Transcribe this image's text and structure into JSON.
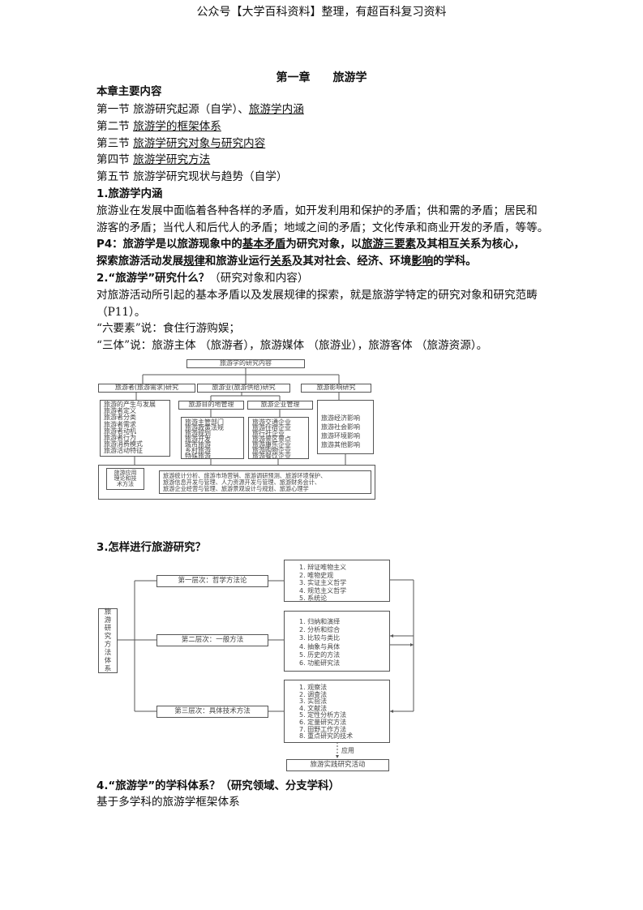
{
  "header": "公众号【大学百科资料】整理，有超百科复习资料",
  "title": {
    "chapter": "第一章",
    "name": "旅游学"
  },
  "outline": {
    "heading": "本章主要内容",
    "items": [
      {
        "num": "第一节",
        "plain": "旅游研究起源（自学）、",
        "link": "旅游学内涵"
      },
      {
        "num": "第二节",
        "plain": "",
        "link": "旅游学的框架体系"
      },
      {
        "num": "第三节",
        "plain": "",
        "link": "旅游学研究对象与研究内容"
      },
      {
        "num": "第四节",
        "plain": "",
        "link": "旅游学研究方法"
      },
      {
        "num": "第五节",
        "plain": "旅游学研究现状与趋势（自学）",
        "link": ""
      }
    ]
  },
  "s1": {
    "heading": "1.旅游学内涵",
    "p1": "旅游业在发展中面临着各种各样的矛盾，如开发利用和保护的矛盾；供和需的矛盾；居民和",
    "p2": "游客的矛盾；当代人和后代人的矛盾；地域之间的矛盾；文化传承和商业开发的矛盾，等等。",
    "def": [
      "P4：旅游学是以旅游现象中的",
      "基本矛盾",
      "为研究对象，以",
      "旅游三要素",
      "及其相互关系为核心，",
      "探索旅游活动发展",
      "规律",
      "和旅游业运行",
      "关系",
      "及其对社会、经济、环境",
      "影响",
      "的学科。"
    ]
  },
  "s2": {
    "heading": "2.“旅游学”研究什么？",
    "sub": "（研究对象和内容）",
    "p1": "对旅游活动所引起的基本矛盾以及发展规律的探索，就是旅游学特定的研究对象和研究范畴",
    "p2": "（P11）。",
    "p3": "“六要素”说：食住行游购娱；",
    "p4": "“三体”说：旅游主体 （旅游者），旅游媒体 （旅游业），旅游客体 （旅游资源）。"
  },
  "diagram1": {
    "root": "旅游学的研究内容",
    "branches": [
      "旅游者(旅游需求)研究",
      "旅游业(旅游供给)研究",
      "旅游影响研究"
    ],
    "tourist_items": [
      "旅游的产生与发展",
      "旅游者定义",
      "旅游者分类",
      "旅游者需求",
      "旅游者动机",
      "旅游者行为",
      "旅游消费模式",
      "旅游活动特征"
    ],
    "dest_mgmt": "旅游目的地管理",
    "dest_items": [
      "旅游主管部门",
      "旅游政策法规",
      "旅游规划",
      "旅游开发",
      "城市旅游",
      "乡村旅游",
      "特殊旅游"
    ],
    "ent_mgmt": "旅游企业管理",
    "ent_items": [
      "旅游交通企业",
      "旅游住宿企业",
      "旅行社企业",
      "旅游景区景点",
      "旅游康乐企业",
      "旅游购物企业",
      "旅游餐饮企业"
    ],
    "impact_items": [
      "旅游经济影响",
      "旅游社会影响",
      "旅游环境影响",
      "旅游其他影响"
    ],
    "methods_label": "旅游应用理论和技术方法",
    "methods_lines": [
      "旅游统计分析、旅游市场营销、旅游调研预测、旅游环境保护、",
      "旅游信息开发与管理、人力资源开发与管理、旅游财务会计、",
      "旅游企业经营与管理、旅游景观设计与规划、旅游心理学"
    ]
  },
  "s3": {
    "heading": "3.怎样进行旅游研究？"
  },
  "diagram2": {
    "root": "旅游研究方法体系",
    "levels": [
      "第一层次：哲学方法论",
      "第二层次：一般方法",
      "第三层次：具体技术方法"
    ],
    "lists": [
      [
        "1. 辩证唯物主义",
        "2. 唯物史观",
        "3. 实证主义哲学",
        "4. 规范主义哲学",
        "5. 系统论"
      ],
      [
        "1. 归纳和演绎",
        "2. 分析和综合",
        "3. 比较与类比",
        "4. 抽象与具体",
        "5. 历史的方法",
        "6. 功能研究法"
      ],
      [
        "1. 观察法",
        "2. 调查法",
        "3. 实验法",
        "4. 文献法",
        "5. 定性分析方法",
        "6. 定量研究方法",
        "7. 田野工作方法",
        "8. 重点研究的技术"
      ]
    ],
    "apply": "应用",
    "practice": "旅游实践研究活动"
  },
  "s4": {
    "heading": "4.“旅游学”的学科体系？（研究领域、分支学科）",
    "p1": "基于多学科的旅游学框架体系"
  }
}
